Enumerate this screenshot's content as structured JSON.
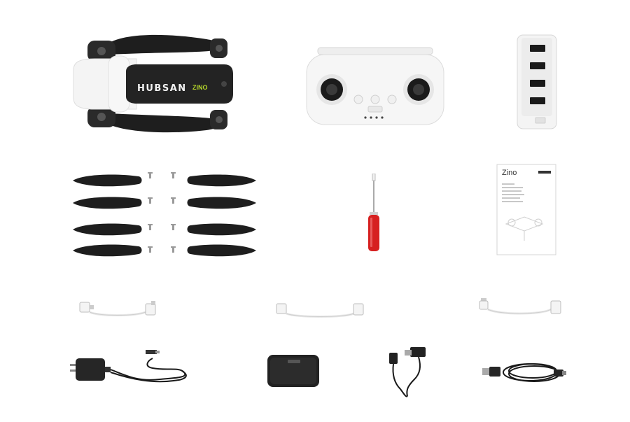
{
  "drone": {
    "brand": "HUBSAN",
    "model": "ZINO"
  },
  "manual": {
    "title": "Zino"
  },
  "colors": {
    "background": "#ffffff",
    "propeller": "#1e1e1e",
    "drone_body": "#f4f4f4",
    "drone_shell": "#232323",
    "screwdriver_handle": "#d62020",
    "model_accent": "#b5d62a"
  },
  "items": [
    "drone",
    "remote-controller",
    "battery",
    "spare-propellers",
    "screws",
    "screwdriver",
    "user-manual",
    "usb-c-cable",
    "micro-usb-cable",
    "lightning-cable",
    "power-adapter",
    "charging-hub",
    "connector-cable",
    "usb-cable"
  ]
}
